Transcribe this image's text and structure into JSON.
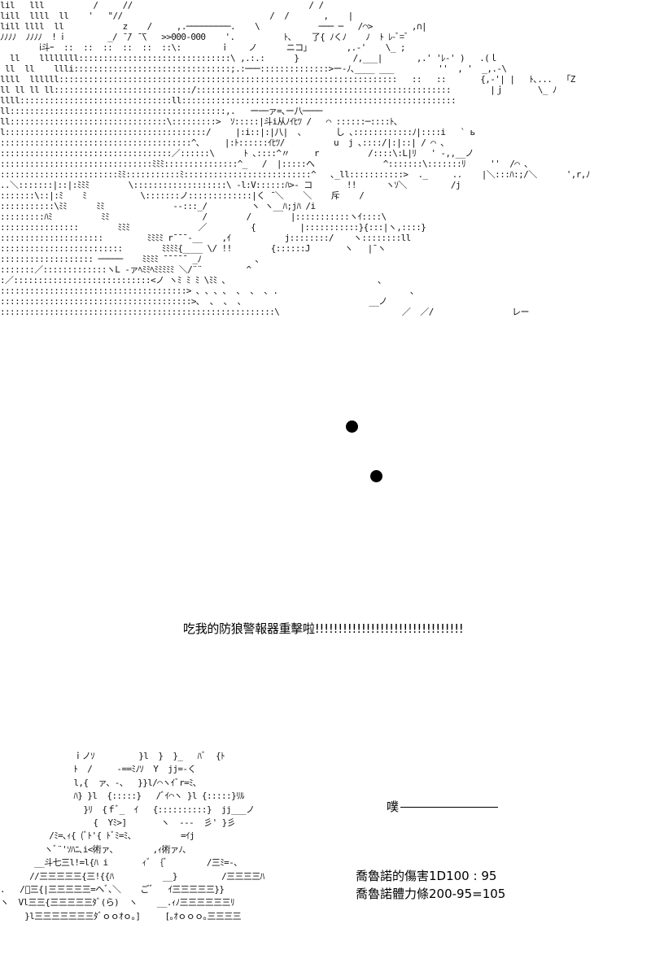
{
  "art": {
    "top": "lil   lll          /     //                                    / /\nlill  llll  ll    '   \"//                              /  /       ,    |\nlill llll  ll            z    /     ,.─────────.    \\            ─── ─   /⌒>        ,∩|\nﾉﾉﾉﾉ  ﾉﾉﾉﾉ  ! ⅰ         _/ ̄ ̄/ ̄ ̄\\   >>000-000    '.          ﾄ､    了{ ﾉくﾉ    ﾉ  ﾄ ﾚ-ﾞ=ﾞ\n        ⅰ斗ｰ  ::  ::  ::  ::  ::  ::\\:        ｉ    ノ      ニコ｣        ,.-'    \\_ ;\n  ll    llllllll:::::::::::::::::::::::::::::::\\ ,.:.:      }           /,___|       ,.' 'ﾚ-' )   .(ｌ\n ll  ll    llli::::::::::::::::::::::::::::::::;.:───::::::::::::::>ー-ﾉ､____ ___         ''  , '  _,.-\\\nllll  llllll:::::::::::::::::::::::::::::::::::::::::::::::::::::::::::::::::::::   ::   ::       {,-'| |   ﾄ､...  「Z\nll ll ll ll::::::::::::::::::::::::::::/::::::::::::::::::::::::::::::::::::::::::::::::::::        |ｊ       \\_ ﾉ\nllll:::::::::::::::::::::::::::::::ll::::::::::::::::::::::::::::::::::::::::::::::::::::::::\nll::::::::::::::::::::::::::::::::::::::::::::,.   ー──ァ=､ー八────\nll::::::::::::::::::::::::::::::::\\:::::::::>  ｿ:::::|斗i从ﾉｲﾋﾂ /   ⌒ ::::::─::::ﾄ､\nl:::::::::::::::::::::::::::::::::::::::::/     |:i::|:|八|  ､       し ､::::::::::::ﾉ|::::i   ` ь\n:::::::::::::::::::::::::::::::::::::::^､     |:ﾄ::::::ｲﾋﾂ/          u  j ､::::/|:|::| / ⌒ ､\n:::::::::::::::::::::::::::::::::::／::::::\\      ﾄ ､::::^〃     r          /::::\\:L|ﾘ   ' -,,__ノ\n:::::::::::::::::::::::::::::::ﾐﾐﾐ:::::::::::::::^_   /  |:::::へ              ^:::::::\\:::::::ﾘ     ''  /⌒ ､\n::::::::::::::::::::::::ﾐﾐ:::::::::::ﾐ::::::::::::::::::::::::::^   ､_ll:::::::::::>  ._     ..    |＼:::ﾊ:;/＼      ',r,ﾉ\n..＼:::::::|::|:ﾐﾐﾐ        \\:::::::::::::::::::\\ -l:V::::::ﾊ>- コ       !!      ヽｿ＼         /j\n:::::::\\::|:ﾐ    ﾐ           \\:::::::ノ:::::::::::::|く ̄ ＼    ＼    斥    /\n:::::::::::\\ﾐﾐ      ﾐﾐ              ‐‐:::_/         ヽ ヽ__ﾊ;jﾊ /i\n:::::::::ﾊﾐ          ﾐﾐ                   /        /        |:::::::::::ヽｲ::::\\\n::::::::::::::::        ﾐﾐﾐ              ／         {         |:::::::::::}{:::|ヽ,::::}\n:::::::::::::::::::::         ﾐﾐﾐﾐ r¯¯¯-__    ,ｲ           j::::::::/    ヽ::::::::ll\n:::::::::::::::::::::::::        ﾐﾐﾐﾐ{____ \\/ !!        {::::::J       ヽ   |¯ヽ\n::::::::::::::::::: ─────    ﾐﾐﾐﾐ ¯¯¯¯¯ _ﾉ           ､\n:::::::／:::::::::::::ヽL -ァﾍﾐﾐﾍﾐﾐﾐﾐﾐ ＼/¨¨         ^\n:／::::::::::::::::::::::::::::<ノ ヽﾐ ﾐ ﾐ \\ﾐﾐ ､                               ､\n::::::::::::::::::::::::::::::::::::::> ､ ､ ､ ､  ､  ､  ､ .                           ､\n:::::::::::::::::::::::::::::::::::::::>､  ､  ､  ､                          __ノ\n::::::::::::::::::::::::::::::::::::::::::::::::::::::::\\                         ／  ／/                レー",
    "bottom": "               ｉノｿ         }l  }  }_   ﾊﾞ  {ﾄ\n               ﾄ  /     -==ﾐﾉｿ  Y  jj=-く\n               l,{  ァ、-、  }}l/⌒ヽｲﾞr=ﾐ､\n               ﾊ} }l  {:::::}   /ﾞｲ⌒ヽ }l {:::::}ﾘﾙ\n                 }ﾘ  {ｆﾞ_  ｲ   {::::::::::}  jj___ノ\n                   {  Yﾐ>]       ヽ  --‐  彡' }彡\n          /ﾐ=､ｨ{ (ﾞﾄ'{ ﾄﾞﾐ=ﾐ､          =ｲj\n         ヽﾞ¨'ｿﾊﾆ､i<術ァ､        ,ｨ術ァﾉ､\n       __斗七三l!=l{ﾊ i       ｨﾞ  {ﾞ        /三ﾐ=‐､\n      //三三三三三{三!{{ﾊ          __}         /三三三三ﾊ\n.   /ﾞ三{|三三三三三=ヘﾞ､＼    ごﾞ   ｲ三三三三三}}\nヽ  Vl三三{三三三三三ﾀﾞ(ら)  ヽ    __.ｨﾉ三三三三三三ﾘ\n     }l三三三三三三三ﾀﾞｏｏｵｏ｡]     [｡ｵｏｏｏ｡三三三三"
  },
  "dialogue": {
    "shout": "吃我的防狼警報器重擊啦!!!!!!!!!!!!!!!!!!!!!!!!!!!!!!!!",
    "sfx": "噗"
  },
  "status": {
    "damage": "喬魯諾的傷害1D100 : 95",
    "hp": "喬魯諾體力條200-95=105"
  }
}
